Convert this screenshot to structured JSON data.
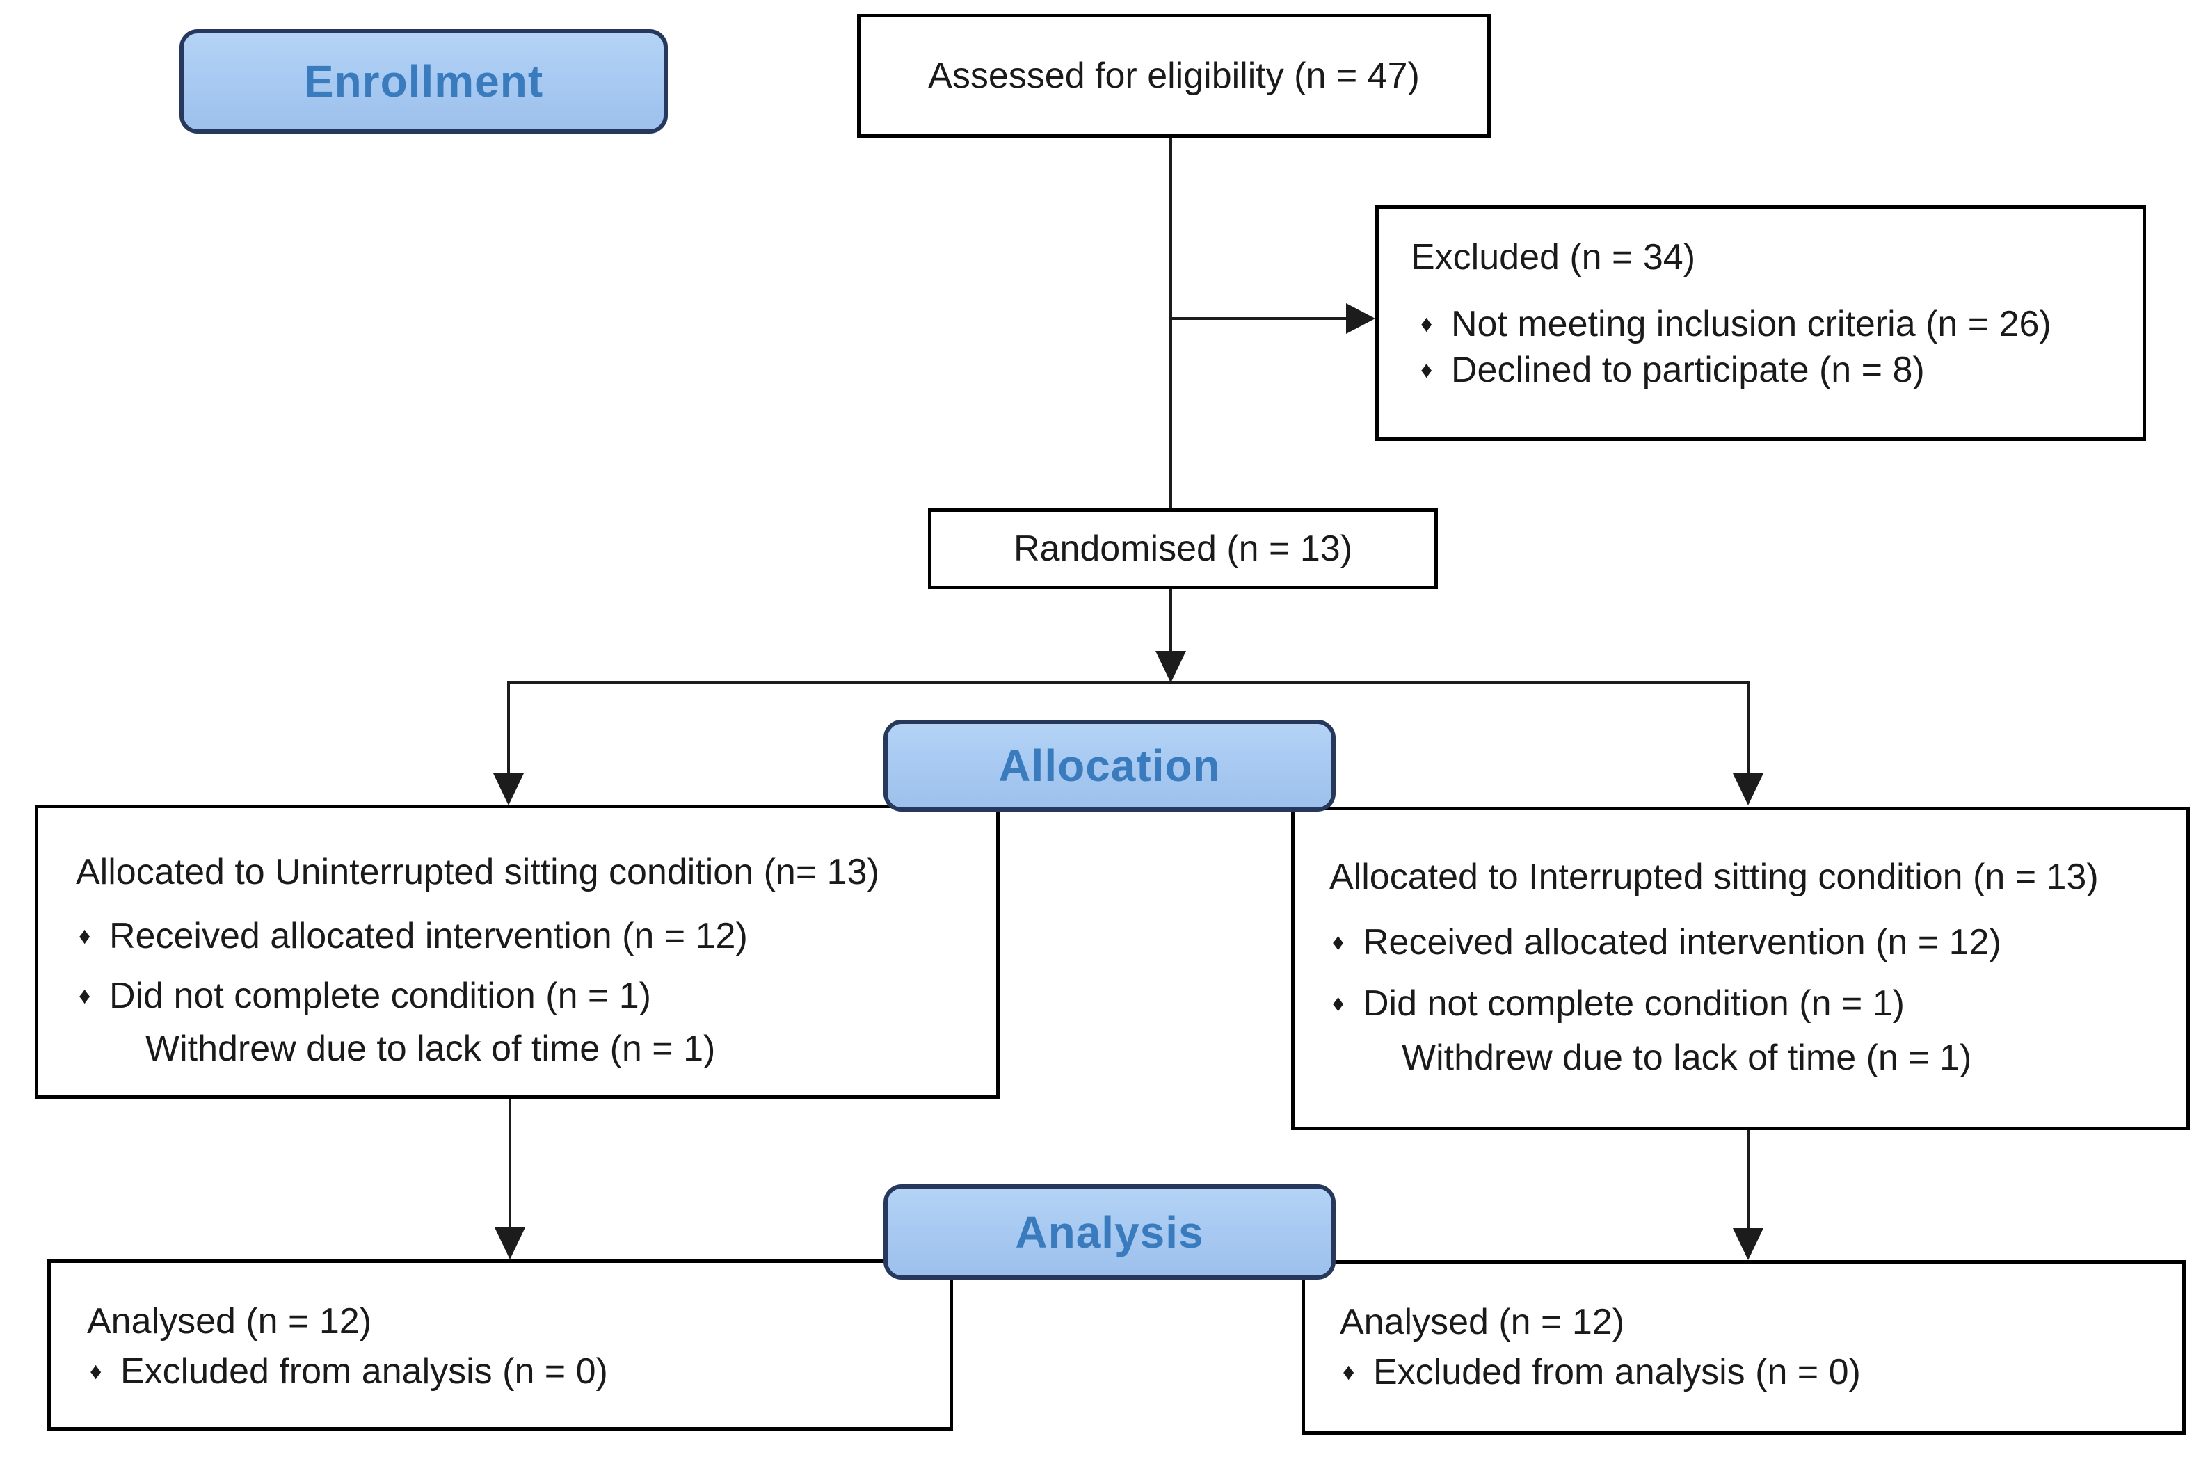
{
  "stage_labels": {
    "enrollment": "Enrollment",
    "allocation": "Allocation",
    "analysis": "Analysis"
  },
  "bullet_glyph": "♦",
  "colors": {
    "stage_fill": "#a6c8f1",
    "stage_border": "#26395c",
    "stage_text": "#3a7bbe",
    "box_border": "#000000",
    "text": "#1a1a1a",
    "line": "#1c1c1c",
    "background": "#ffffff"
  },
  "boxes": {
    "assessed": {
      "title": "Assessed for eligibility (n = 47)"
    },
    "excluded": {
      "title": "Excluded (n = 34)",
      "bullets": [
        "Not meeting inclusion criteria (n = 26)",
        "Declined to participate (n = 8)"
      ]
    },
    "randomised": {
      "title": "Randomised (n = 13)"
    },
    "allocation_left": {
      "title": "Allocated to Uninterrupted sitting condition (n= 13)",
      "bullets": [
        "Received allocated intervention (n = 12)",
        "Did not complete condition (n = 1)"
      ],
      "subnote": "Withdrew due to lack of time (n = 1)"
    },
    "allocation_right": {
      "title": "Allocated to Interrupted sitting condition (n = 13)",
      "bullets": [
        "Received allocated intervention (n = 12)",
        "Did not complete condition (n = 1)"
      ],
      "subnote": "Withdrew due to lack of time (n = 1)"
    },
    "analysis_left": {
      "title": "Analysed (n = 12)",
      "bullets": [
        "Excluded from analysis (n = 0)"
      ]
    },
    "analysis_right": {
      "title": "Analysed (n = 12)",
      "bullets": [
        "Excluded from analysis (n = 0)"
      ]
    }
  }
}
